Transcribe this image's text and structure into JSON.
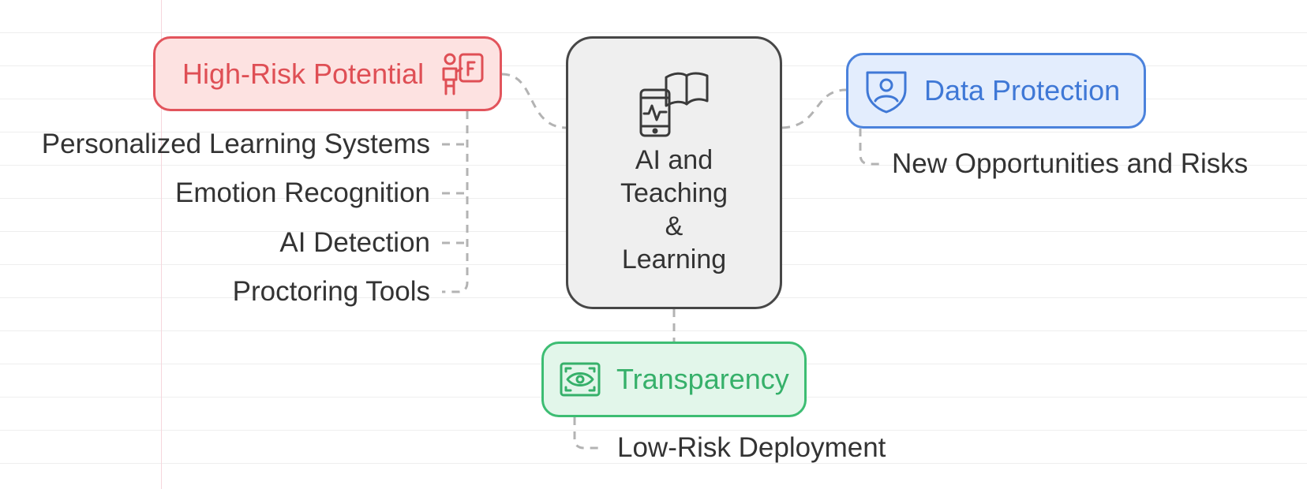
{
  "center": {
    "title_lines": [
      "AI and",
      "Teaching",
      "&",
      "Learning"
    ],
    "icon": "phone-book-icon"
  },
  "branches": {
    "high_risk": {
      "label": "High-Risk Potential",
      "icon": "teacher-board-icon",
      "color": "#df4f55",
      "children": [
        "Personalized Learning Systems",
        "Emotion Recognition",
        "AI Detection",
        "Proctoring Tools"
      ]
    },
    "data_protection": {
      "label": "Data Protection",
      "icon": "shield-user-icon",
      "color": "#3f78d6",
      "children": [
        "New Opportunities and Risks"
      ]
    },
    "transparency": {
      "label": "Transparency",
      "icon": "eye-scan-icon",
      "color": "#36b06a",
      "children": [
        "Low-Risk Deployment"
      ]
    }
  }
}
